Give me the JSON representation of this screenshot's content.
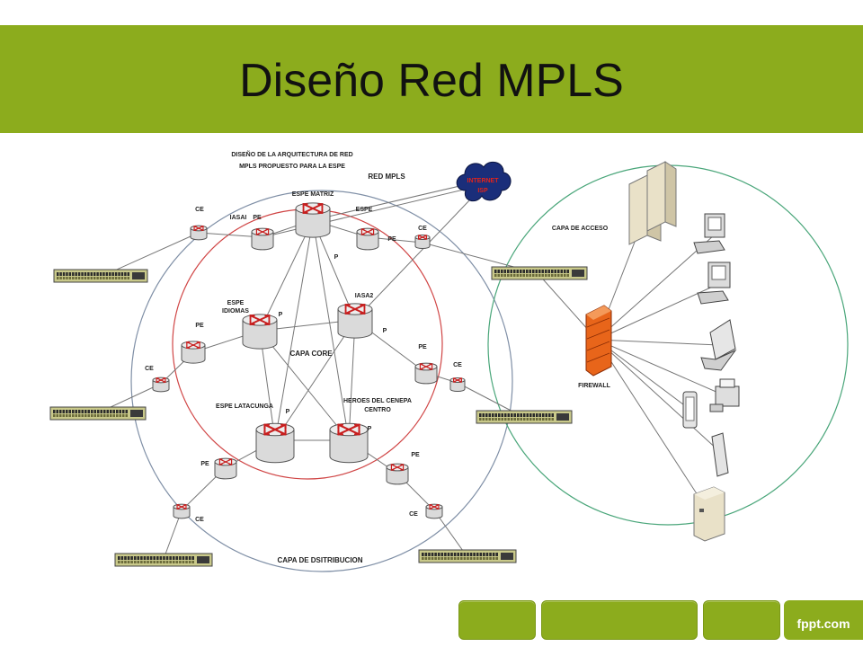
{
  "slide": {
    "title": "Diseño Red MPLS",
    "footer_brand": "fppt.com",
    "accent_color": "#8cac1d"
  },
  "diagram": {
    "heading_line1": "DISEÑO DE LA ARQUITECTURA  DE RED",
    "heading_line2": "MPLS PROPUESTO PARA LA ESPE",
    "red_mpls": "RED MPLS",
    "capa_core": "CAPA CORE",
    "capa_distribucion": "CAPA DE DSITRIBUCION",
    "capa_acceso": "CAPA DE ACCESO",
    "firewall": "FIREWALL",
    "cloud_line1": "INTERNET",
    "cloud_line2": "ISP",
    "p_routers": {
      "espe_matriz": "ESPE MATRIZ",
      "espe_idiomas_line1": "ESPE",
      "espe_idiomas_line2": "IDIOMAS",
      "iasa2": "IASA2",
      "espe_latacunga": "ESPE LATACUNGA",
      "heroes_line1": "HEROES DEL CENEPA",
      "heroes_line2": "CENTRO"
    },
    "pe_routers": {
      "iasai": "IASAI",
      "espe": "ESPE"
    },
    "labels": {
      "pe": "PE",
      "ce": "CE",
      "p": "P"
    }
  }
}
